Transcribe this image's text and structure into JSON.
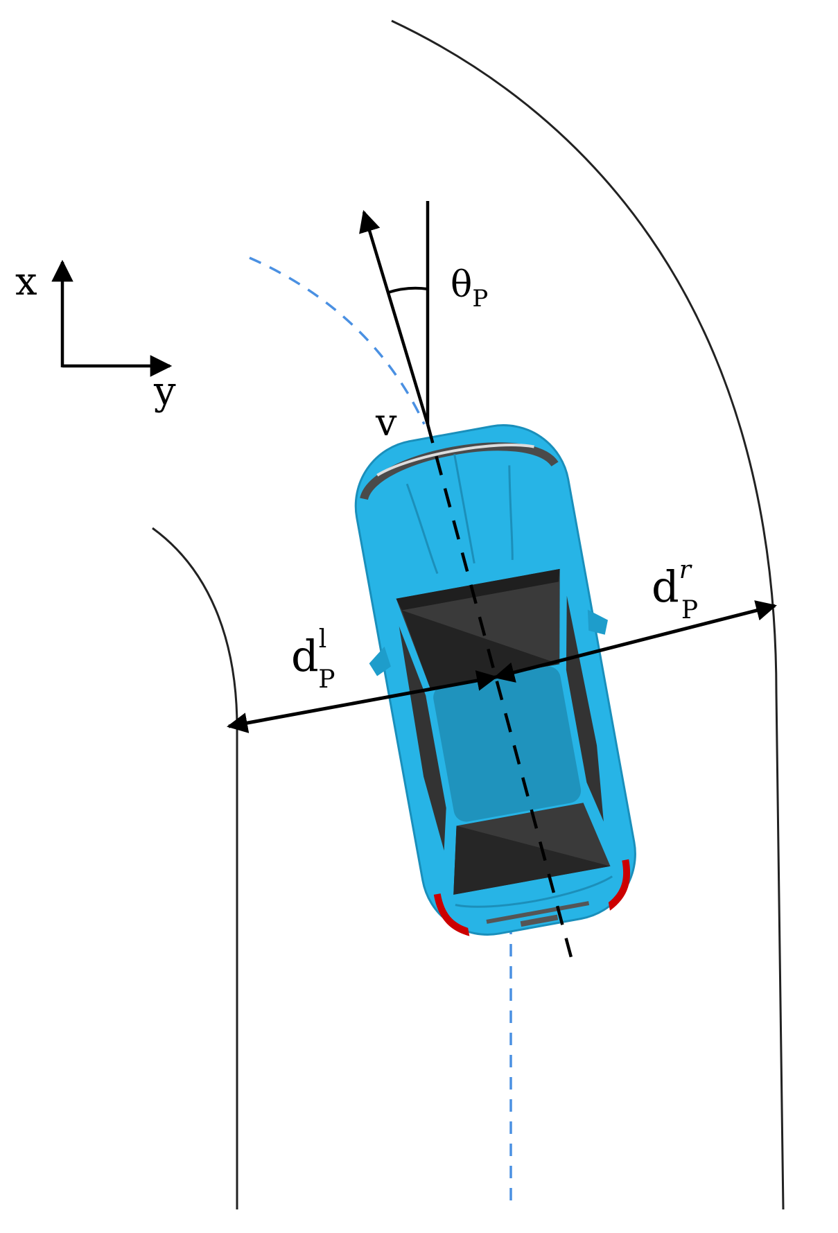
{
  "axes": {
    "x_label": "x",
    "y_label": "y"
  },
  "labels": {
    "heading_angle": {
      "main": "θ",
      "sub": "P"
    },
    "velocity": "v",
    "dist_left": {
      "main": "d",
      "sub": "P",
      "sup": "l"
    },
    "dist_right": {
      "main": "d",
      "sub": "P",
      "sup": "r"
    }
  },
  "colors": {
    "road_edge": "#222222",
    "reference_path": "#4a90e2",
    "car_body": "#27b4e6",
    "car_roof": "#1f93bd",
    "glass": "#3a3a3a",
    "tail_light": "#cc0000",
    "arrows": "#000000"
  }
}
